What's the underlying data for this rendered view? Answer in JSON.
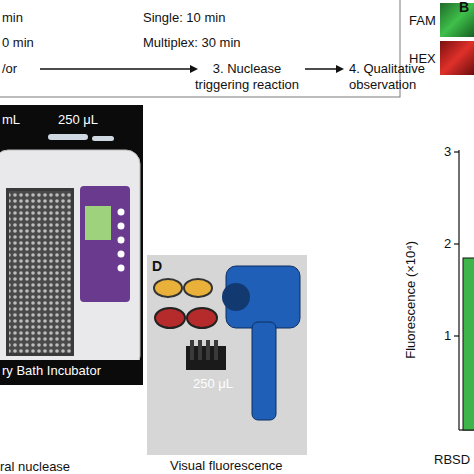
{
  "diagram": {
    "nodes": [
      {
        "text": [
          "min",
          "0 min",
          "Single: 10 min",
          "Multiplex: 30 min",
          "/or",
          "3. Nuclease triggering reaction",
          "4. Qualitative observation"
        ]
      },
      {
        "text": [
          "mL",
          "250 μL",
          "ry Bath Incubator"
        ]
      },
      {
        "text": [
          "D",
          "250 μL"
        ]
      }
    ],
    "labels": [
      "B",
      "FAM",
      "HEX",
      "3",
      "2",
      "1",
      "Fluorescence (×10⁴)",
      "RBSD",
      "ral nuclease",
      "Visual fluorescence"
    ]
  }
}
